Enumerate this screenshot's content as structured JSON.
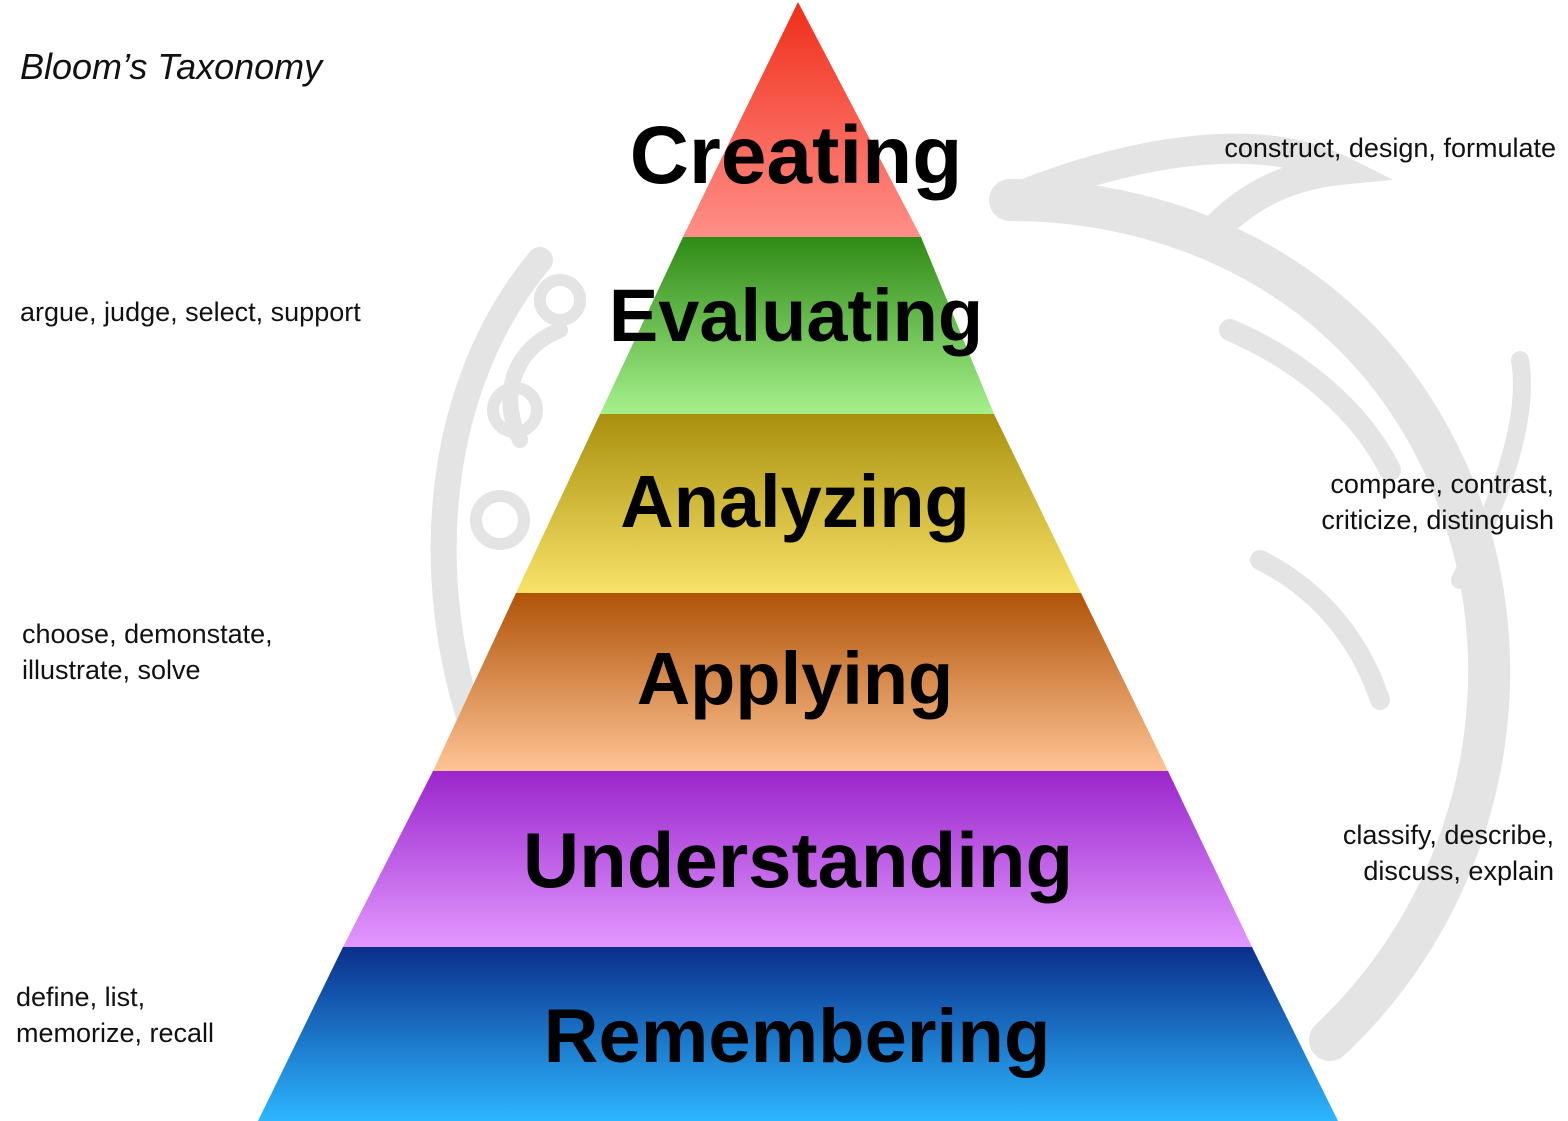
{
  "title": "Bloom’s Taxonomy",
  "levels": [
    {
      "label": "Creating",
      "top_color": "#f02e1a",
      "bottom_color": "#ff8f88"
    },
    {
      "label": "Evaluating",
      "top_color": "#2f8a16",
      "bottom_color": "#a6f08c"
    },
    {
      "label": "Analyzing",
      "top_color": "#a8900d",
      "bottom_color": "#f8e268"
    },
    {
      "label": "Applying",
      "top_color": "#b05308",
      "bottom_color": "#ffc495"
    },
    {
      "label": "Understanding",
      "top_color": "#9a25cc",
      "bottom_color": "#e298ff"
    },
    {
      "label": "Remembering",
      "top_color": "#0a2f8c",
      "bottom_color": "#2cb6ff"
    }
  ],
  "verbs": {
    "creating": "construct, design, formulate",
    "evaluating": "argue, judge, select, support",
    "analyzing": [
      "compare, contrast,",
      "criticize, distinguish"
    ],
    "applying": [
      "choose, demonstate,",
      "illustrate, solve"
    ],
    "understanding": [
      "classify, describe,",
      "discuss, explain"
    ],
    "remembering": [
      "define, list,",
      "memorize, recall"
    ]
  },
  "watermark": "gray-tribal-dragon-watermark"
}
